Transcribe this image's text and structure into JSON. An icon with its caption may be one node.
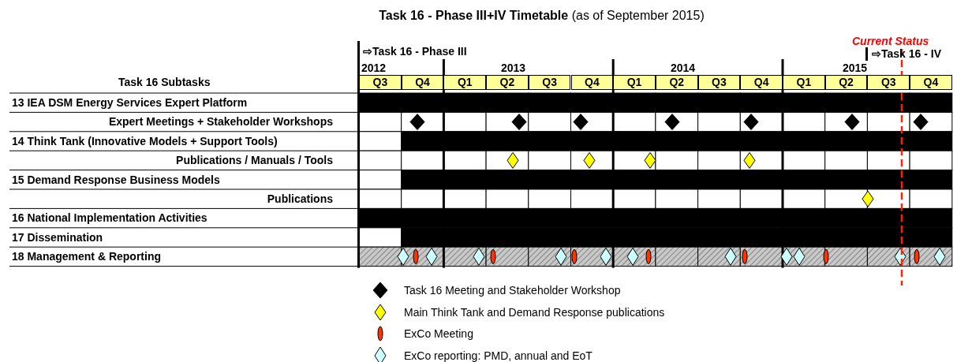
{
  "diagram": {
    "title": "**Task 16 - Phase III+IV Timetable** (as of September 2015)",
    "labels": [
      "Current Status",
      "⇨Task 16 - Phase III",
      "⇨Task 16 - IV",
      "2012",
      "2013",
      "2014",
      "2015",
      "Task 16 Subtasks",
      "Q3",
      "Q4",
      "Q1",
      "Q2",
      "Q3",
      "Q4",
      "Q1",
      "Q2",
      "Q3",
      "Q4",
      "Q1",
      "Q2",
      "Q3",
      "Q4",
      "13 IEA DSM Energy Services Expert Platform",
      "Expert Meetings + Stakeholder Workshops",
      "**14 Think Tank** (Innovative Models + Support Tools)",
      "Publications / Manuals / Tools",
      "15 Demand Response Business Models",
      "Publications",
      "16 National Implementation Activities",
      "17 Dissemination",
      "18 Management & Reporting"
    ],
    "legend": [
      {
        "text": "Task 16 Meeting and Stakeholder Workshop"
      },
      {
        "text": "Main Think Tank and Demand Response publications"
      },
      {
        "text": "ExCo Meeting"
      },
      {
        "text": "ExCo reporting: PMD, annual and EoT"
      }
    ]
  }
}
